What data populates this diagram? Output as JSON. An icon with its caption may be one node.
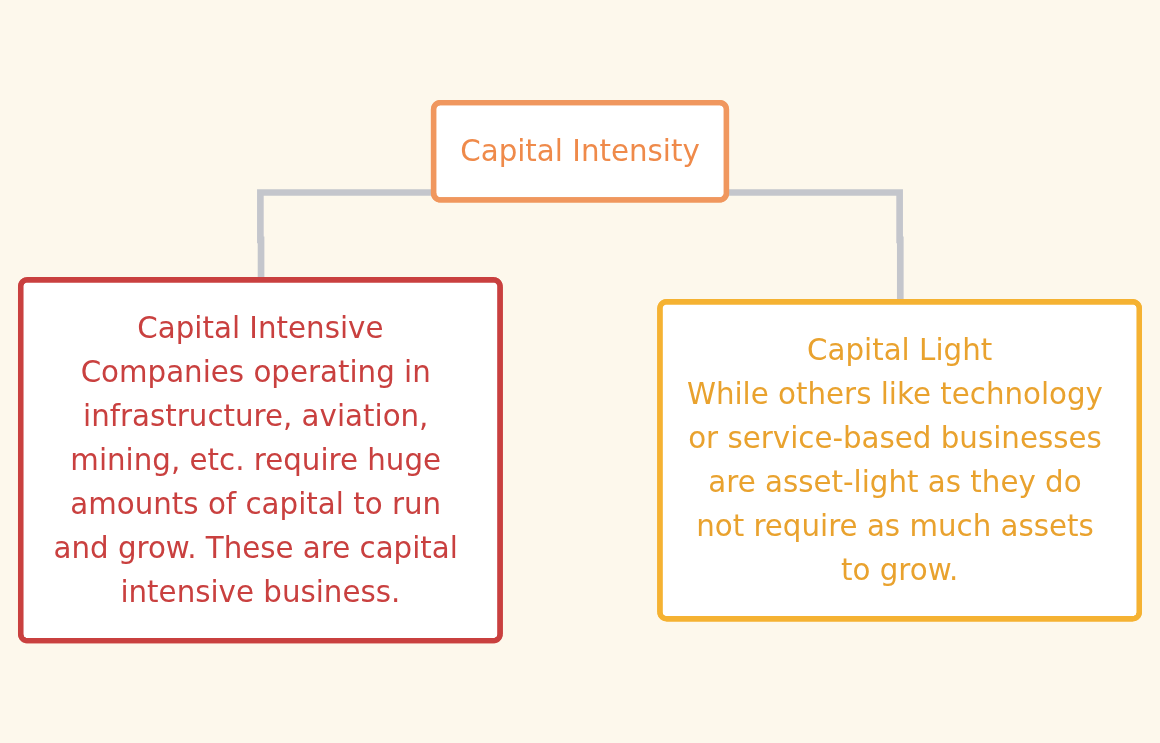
{
  "diagram": {
    "nodes": [
      {
        "text": [
          "Capital Intensity"
        ]
      },
      {
        "text": [
          "Capital Intensive",
          "Companies operating in infrastructure, aviation, mining, etc. require huge amounts of capital to run and grow. These are capital intensive business."
        ]
      },
      {
        "text": [
          "Capital Light",
          "While others like technology or service-based businesses are asset-light as they do not require as much assets to grow."
        ]
      }
    ],
    "edges": [
      {
        "from": 0,
        "to": 1,
        "arrow": "none"
      },
      {
        "from": 0,
        "to": 2,
        "arrow": "none"
      }
    ]
  }
}
